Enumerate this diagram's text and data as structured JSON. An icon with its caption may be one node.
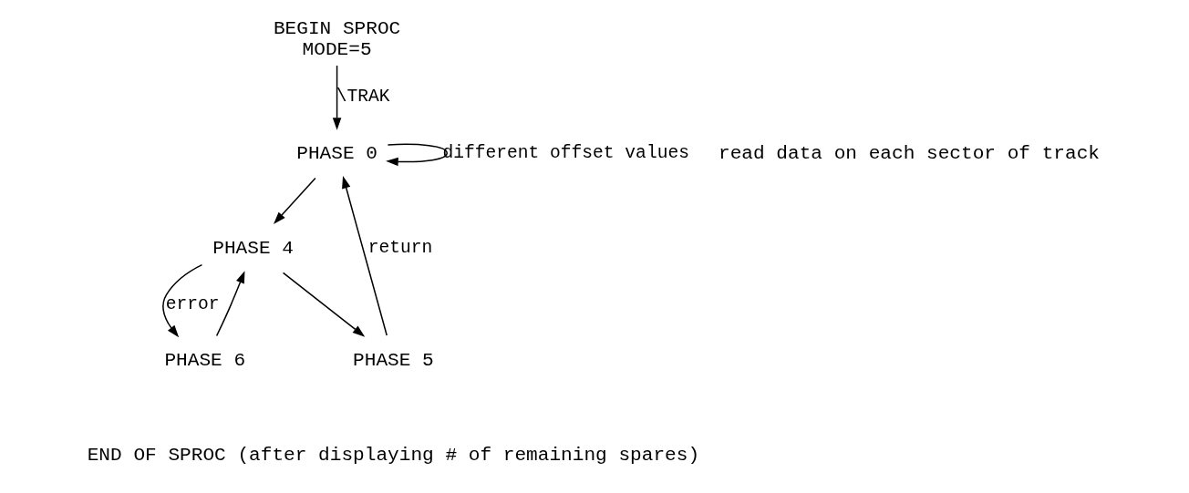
{
  "diagram": {
    "nodes": [
      {
        "text": [
          "BEGIN SPROC",
          "MODE=5"
        ]
      },
      {
        "text": [
          "PHASE 0"
        ]
      },
      {
        "text": [
          "PHASE 4"
        ]
      },
      {
        "text": [
          "PHASE 5"
        ]
      },
      {
        "text": [
          "PHASE 6"
        ]
      }
    ],
    "edges": [
      {
        "from": 0,
        "to": 1,
        "arrow": "to",
        "label": "\\TRAK"
      },
      {
        "from": 1,
        "to": 1,
        "arrow": "to",
        "label": "different offset values"
      },
      {
        "from": 1,
        "to": 2,
        "arrow": "to"
      },
      {
        "from": 2,
        "to": 3,
        "arrow": "to"
      },
      {
        "from": 2,
        "to": 4,
        "arrow": "to",
        "label": "error"
      },
      {
        "from": 4,
        "to": 2,
        "arrow": "to"
      },
      {
        "from": 3,
        "to": 1,
        "arrow": "to",
        "label": "return"
      }
    ],
    "labels": [
      "read data on each sector of track",
      "END OF SPROC (after displaying # of remaining spares)"
    ]
  }
}
